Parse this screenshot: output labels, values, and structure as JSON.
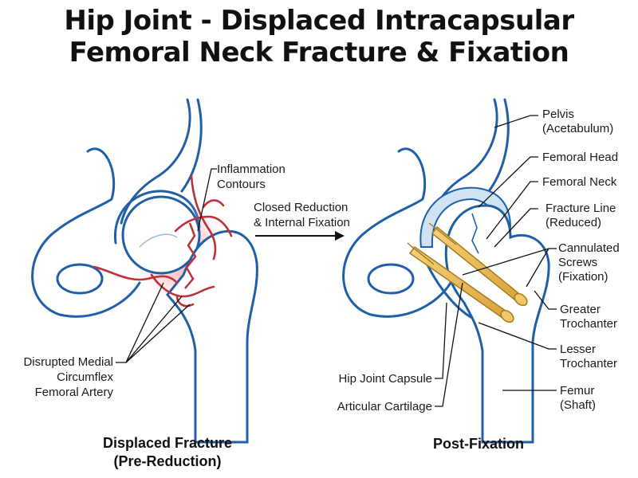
{
  "title": {
    "line1": "Hip Joint - Displaced Intracapsular",
    "line2": "Femoral Neck Fracture & Fixation"
  },
  "left_panel": {
    "caption_line1": "Displaced Fracture",
    "caption_line2": "(Pre-Reduction)",
    "labels": {
      "inflammation_1": "Inflammation",
      "inflammation_2": "Contours",
      "artery_1": "Disrupted Medial",
      "artery_2": "Circumflex",
      "artery_3": "Femoral Artery"
    }
  },
  "transition": {
    "line1": "Closed Reduction",
    "line2": "& Internal Fixation"
  },
  "right_panel": {
    "caption": "Post-Fixation",
    "labels": {
      "pelvis_1": "Pelvis",
      "pelvis_2": "(Acetabulum)",
      "femoral_head": "Femoral Head",
      "femoral_neck": "Femoral Neck",
      "fracture_1": "Fracture Line",
      "fracture_2": "(Reduced)",
      "screws_1": "Cannulated",
      "screws_2": "Screws",
      "screws_3": "(Fixation)",
      "greater_1": "Greater",
      "greater_2": "Trochanter",
      "lesser_1": "Lesser",
      "lesser_2": "Trochanter",
      "capsule": "Hip Joint Capsule",
      "cartilage": "Articular Cartilage",
      "femur_1": "Femur",
      "femur_2": "(Shaft)"
    }
  },
  "colors": {
    "bone_outline": "#1f5fa8",
    "vessel": "#c0303a",
    "inflammation_glow": "#ff6b6b",
    "screw": "#e8b84a",
    "cartilage": "#cfe3f5"
  }
}
